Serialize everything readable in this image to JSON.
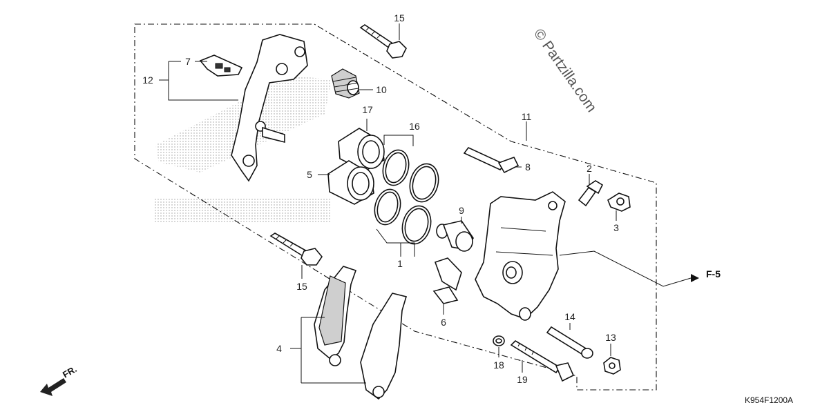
{
  "labels": {
    "p1": "1",
    "p2": "2",
    "p3": "3",
    "p4": "4",
    "p5": "5",
    "p6": "6",
    "p7": "7",
    "p8": "8",
    "p9": "9",
    "p10": "10",
    "p11": "11",
    "p12": "12",
    "p13": "13",
    "p14": "14",
    "p15a": "15",
    "p15b": "15",
    "p16": "16",
    "p17": "17",
    "p18": "18",
    "p19": "19"
  },
  "watermark": "© Partzilla.com",
  "ref_label": "F-5",
  "direction_label": "FR.",
  "diagram_code": "K954F1200A"
}
